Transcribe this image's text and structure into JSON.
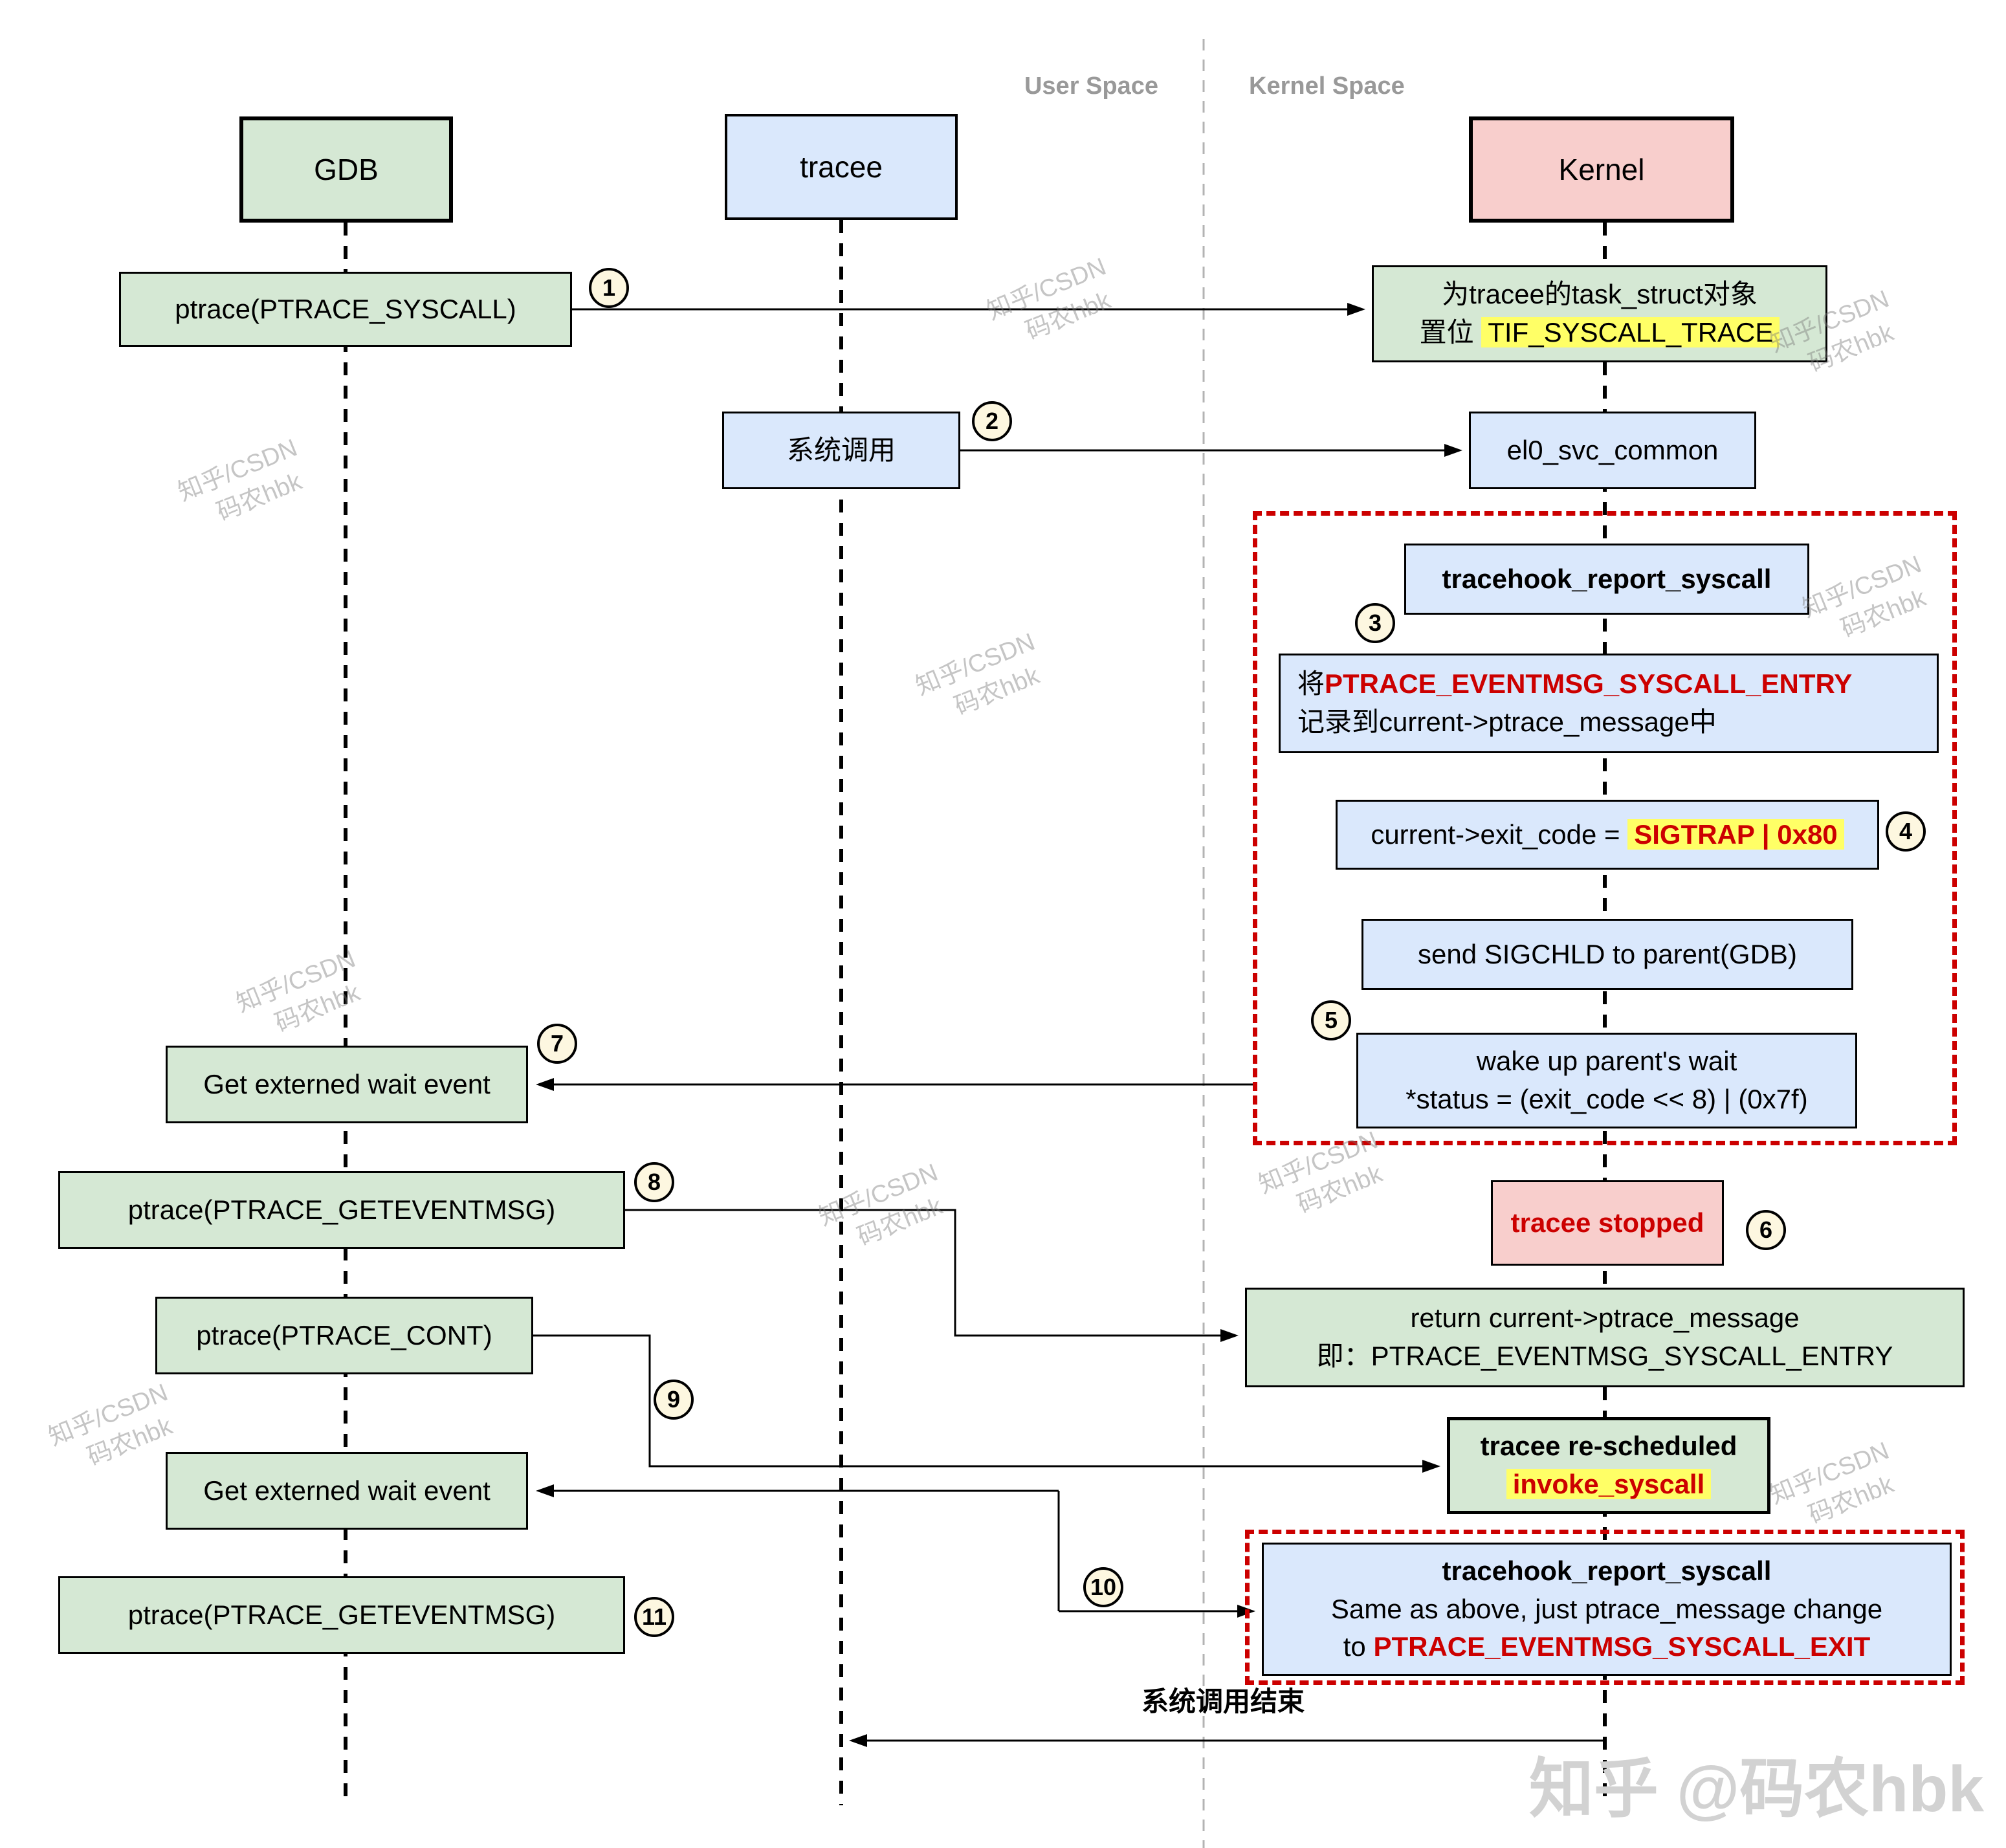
{
  "space_labels": {
    "user": "User Space",
    "kernel": "Kernel Space"
  },
  "lifelines": {
    "gdb": "GDB",
    "tracee": "tracee",
    "kernel": "Kernel"
  },
  "steps": [
    "1",
    "2",
    "3",
    "4",
    "5",
    "6",
    "7",
    "8",
    "9",
    "10",
    "11"
  ],
  "messages": {
    "ptrace_syscall": "ptrace(PTRACE_SYSCALL)",
    "set_flag_line1": "为tracee的task_struct对象",
    "set_flag_line2_prefix": "置位 ",
    "set_flag_highlight": "TIF_SYSCALL_TRACE",
    "syscall_call": "系统调用",
    "el0_svc_common": "el0_svc_common",
    "tracehook_report_syscall": "tracehook_report_syscall",
    "entry_prefix": "将",
    "entry_red": "PTRACE_EVENTMSG_SYSCALL_ENTRY",
    "entry_line2": "记录到current->ptrace_message中",
    "exit_code_prefix": "current->exit_code = ",
    "exit_code_highlight": "SIGTRAP | 0x80",
    "send_sigchld": "send SIGCHLD to parent(GDB)",
    "wake_line1": "wake up parent's wait",
    "wake_line2": "*status = (exit_code << 8) | (0x7f)",
    "get_wait_event": "Get externed wait event",
    "ptrace_geteventmsg": "ptrace(PTRACE_GETEVENTMSG)",
    "tracee_stopped": "tracee stopped",
    "return_line1": "return current->ptrace_message",
    "return_line2": "即：PTRACE_EVENTMSG_SYSCALL_ENTRY",
    "ptrace_cont": "ptrace(PTRACE_CONT)",
    "resched_line1": "tracee re-scheduled",
    "resched_highlight": "invoke_syscall",
    "exit_hook_title": "tracehook_report_syscall",
    "exit_hook_line2": "Same as above, just ptrace_message change",
    "exit_hook_line3_prefix": "to ",
    "exit_hook_line3_red": "PTRACE_EVENTMSG_SYSCALL_EXIT",
    "syscall_end_label": "系统调用结束"
  },
  "watermark": {
    "line1": "知乎/CSDN",
    "line2": "码农hbk",
    "signature": "知乎 @码农hbk"
  },
  "colors": {
    "box_green": "#d5e8d4",
    "box_blue": "#dae8fc",
    "box_pink": "#f8cecc",
    "highlight_yellow": "#ffff66",
    "accent_red": "#cc0000",
    "space_label_gray": "#999999"
  }
}
